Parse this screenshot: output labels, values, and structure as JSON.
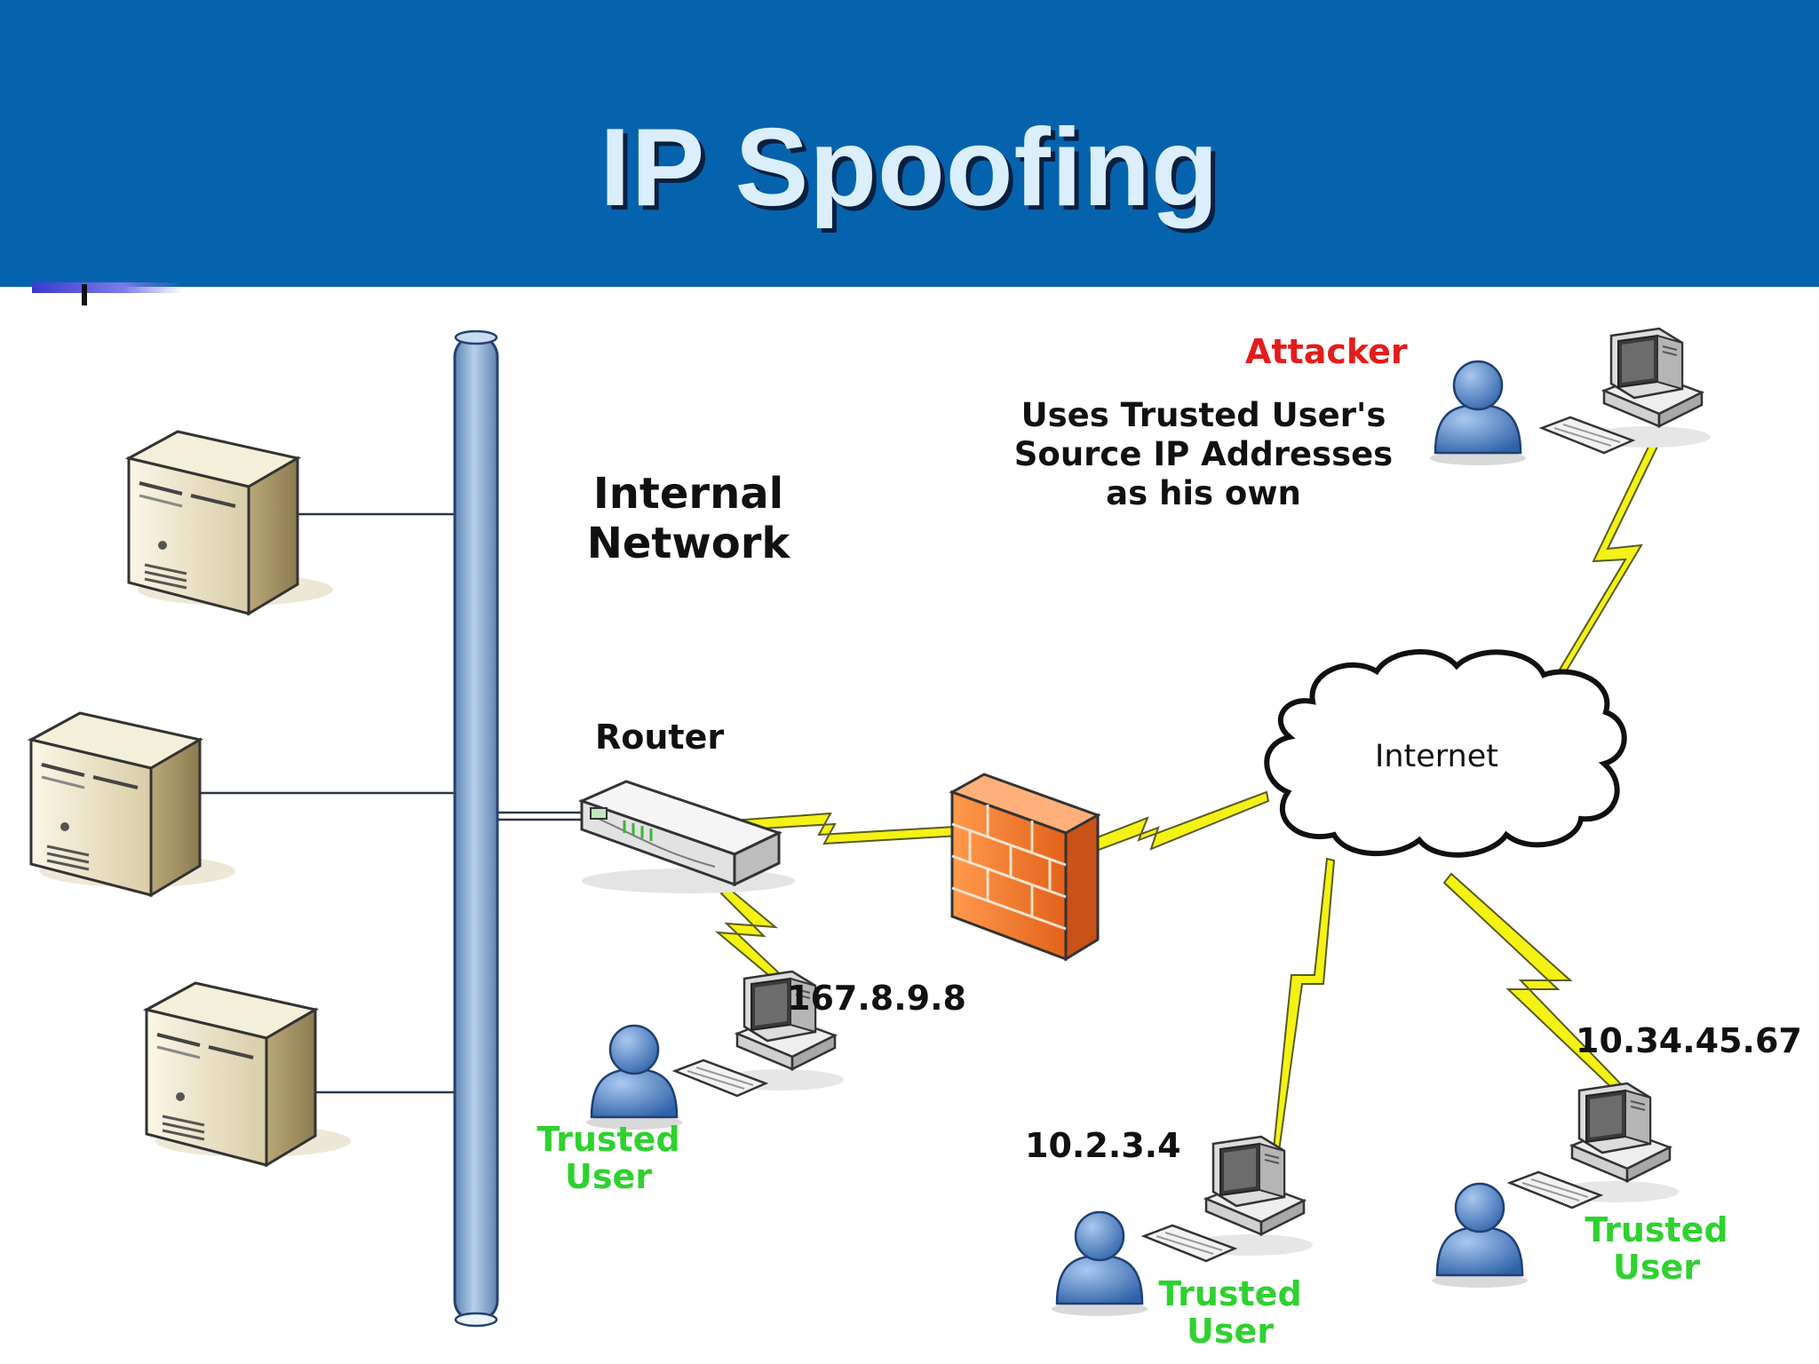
{
  "title": "IP Spoofing",
  "labels": {
    "internal_network": [
      "Internal",
      "Network"
    ],
    "router": "Router",
    "internet": "Internet",
    "attacker": "Attacker",
    "attacker_note": [
      "Uses Trusted User's",
      "Source IP Addresses",
      "as his own"
    ],
    "ip_internal": "167.8.9.8",
    "ip_user2": "10.2.3.4",
    "ip_user3": "10.34.45.67",
    "trusted_user_1": [
      "Trusted",
      "User"
    ],
    "trusted_user_2": [
      "Trusted",
      "User"
    ],
    "trusted_user_3": [
      "Trusted",
      "User"
    ]
  },
  "colors": {
    "header": "#0563ad",
    "title_text": "#dbeefb",
    "attacker_label": "#e41c1c",
    "trusted_label": "#2fd12f",
    "bus": "#8fb2d8",
    "lightning": "#f4f214",
    "firewall": "#f07a2e",
    "user_icon": "#5c8fcf"
  },
  "icons": {
    "server": "server-icon",
    "router": "router-icon",
    "firewall": "firewall-icon",
    "cloud": "cloud-icon",
    "workstation": "computer-icon",
    "user": "user-icon",
    "link": "lightning-link-icon"
  }
}
